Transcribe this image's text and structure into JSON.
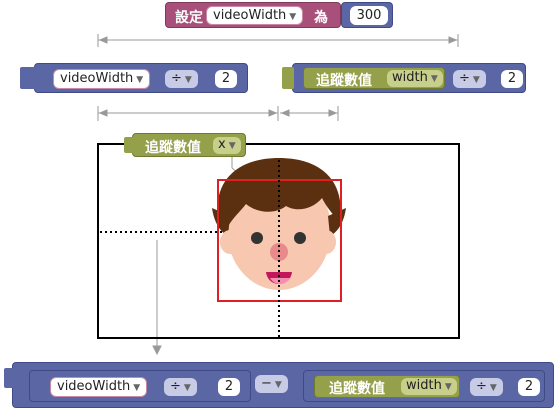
{
  "blocks": {
    "set_label": "設定",
    "set_var": "videoWidth",
    "set_to": "為",
    "set_value": "300",
    "div_left": {
      "var": "videoWidth",
      "op": "÷",
      "num": "2"
    },
    "div_right": {
      "label": "追蹤數值",
      "field": "width",
      "op": "÷",
      "num": "2"
    },
    "track_x": {
      "label": "追蹤數值",
      "field": "x"
    },
    "bottom": {
      "left": {
        "var": "videoWidth",
        "op": "÷",
        "num": "2"
      },
      "minus": "−",
      "right": {
        "label": "追蹤數值",
        "field": "width",
        "op": "÷",
        "num": "2"
      }
    }
  },
  "colors": {
    "pink_block": "#a8507a",
    "blue_block": "#5b67a5",
    "olive_block": "#95a04a",
    "frame": "#000000",
    "detect_box": "#e02020",
    "hair": "#5a3010",
    "skin": "#f7c7b0"
  },
  "icons": [
    "dropdown-arrow-icon",
    "cartoon-face-illustration"
  ]
}
